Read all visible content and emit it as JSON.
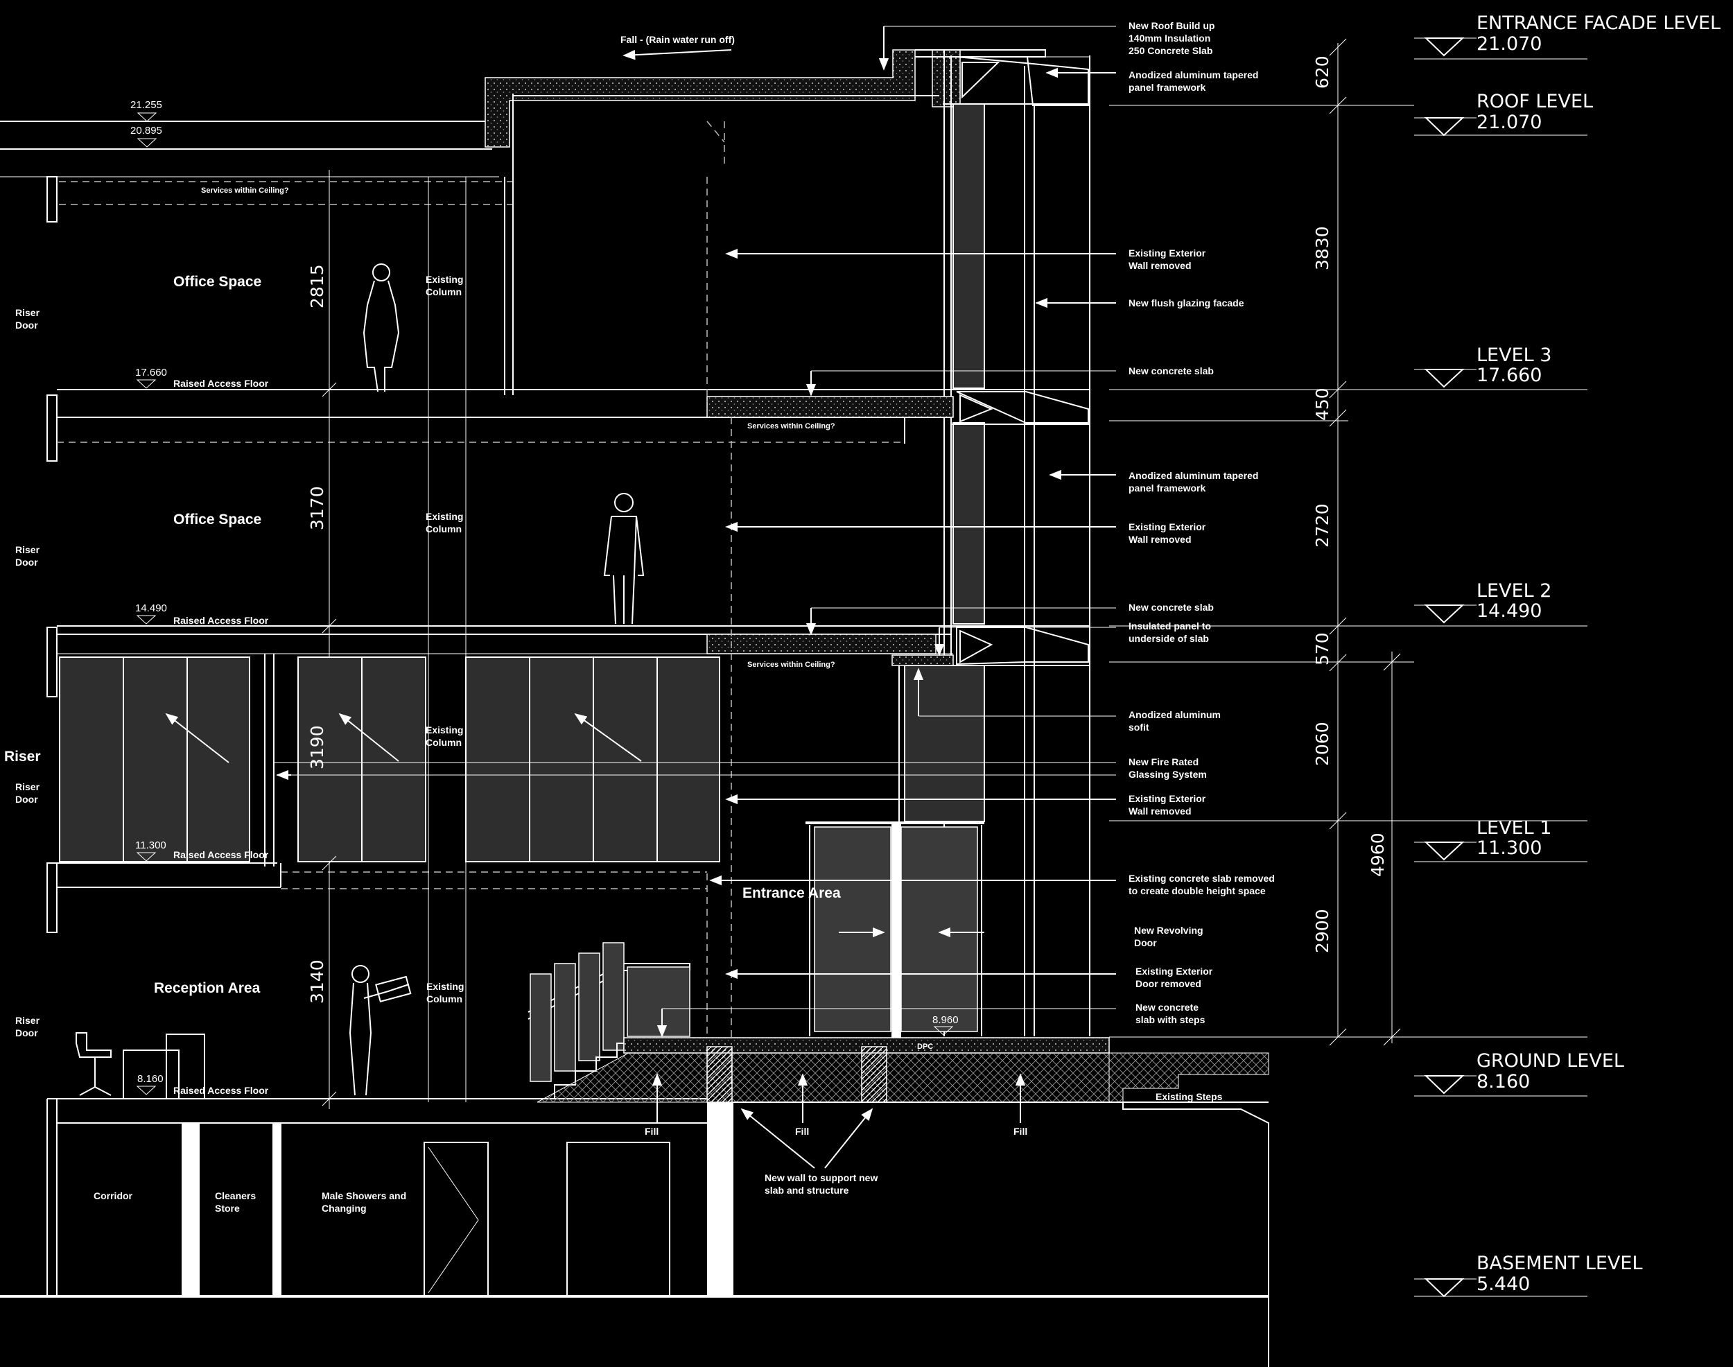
{
  "levels": [
    {
      "name": "ENTRANCE FACADE LEVEL",
      "value": "21.070"
    },
    {
      "name": "ROOF LEVEL",
      "value": "21.070"
    },
    {
      "name": "LEVEL 3",
      "value": "17.660"
    },
    {
      "name": "LEVEL 2",
      "value": "14.490"
    },
    {
      "name": "LEVEL 1",
      "value": "11.300"
    },
    {
      "name": "GROUND LEVEL",
      "value": "8.160"
    },
    {
      "name": "BASEMENT LEVEL",
      "value": "5.440"
    }
  ],
  "dimensions": {
    "d620": "620",
    "d3830": "3830",
    "d450": "450",
    "d2720": "2720",
    "d570": "570",
    "d2060": "2060",
    "d2900": "2900",
    "d4960": "4960",
    "d2815": "2815",
    "d3170": "3170",
    "d3190": "3190",
    "d3140": "3140"
  },
  "spot_levels": {
    "top1": "21.255",
    "top2": "20.895",
    "l3": "17.660",
    "l2": "14.490",
    "l1": "11.300",
    "gf": "8.160",
    "entrance": "8.960"
  },
  "rooms": {
    "office3": "Office Space",
    "office2": "Office Space",
    "reception": "Reception Area",
    "entrance": "Entrance Area",
    "corridor": "Corridor",
    "cleaners": [
      "Cleaners",
      "Store"
    ],
    "showers": [
      "Male Showers and",
      "Changing"
    ],
    "riser": "Riser"
  },
  "labels": {
    "riser_door": [
      "Riser",
      "Door"
    ],
    "existing_column": [
      "Existing",
      "Column"
    ],
    "raised_floor": "Raised Access Floor",
    "services": "Services within Ceiling?",
    "fall": "Fall - (Rain water run off)",
    "dpc": "DPC",
    "fill": "Fill",
    "new_wall": [
      "New wall to support new",
      "slab and structure"
    ],
    "existing_steps": "Existing Steps"
  },
  "notes": {
    "roof_build": [
      "New Roof Build up",
      "140mm Insulation",
      "250 Concrete Slab"
    ],
    "tapered1": [
      "Anodized aluminum tapered",
      "panel framework"
    ],
    "ext_wall1": [
      "Existing Exterior",
      "Wall removed"
    ],
    "flush": "New flush glazing facade",
    "slab3": "New concrete slab",
    "tapered2": [
      "Anodized aluminum tapered",
      "panel framework"
    ],
    "ext_wall2": [
      "Existing Exterior",
      "Wall removed"
    ],
    "slab2": "New concrete slab",
    "insulated": [
      "Insulated panel to",
      "underside of slab"
    ],
    "soffit": [
      "Anodized aluminum",
      "sofit"
    ],
    "fire_glass": [
      "New Fire Rated",
      "Glassing System"
    ],
    "ext_wall3": [
      "Existing Exterior",
      "Wall removed"
    ],
    "slab_removed": [
      "Existing concrete slab removed",
      "to create double height space"
    ],
    "revolving": [
      "New Revolving",
      "Door"
    ],
    "door_removed": [
      "Existing Exterior",
      "Door removed"
    ],
    "steps": [
      "New concrete",
      "slab with steps"
    ]
  }
}
